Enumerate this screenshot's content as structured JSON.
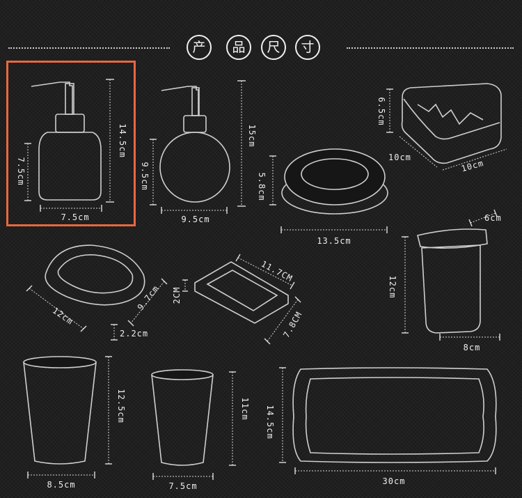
{
  "section_title": {
    "chars": [
      "产",
      "品",
      "尺",
      "寸"
    ],
    "line_color": "#cfcfcf",
    "badge_color": "#f0f0f0"
  },
  "selection": {
    "color": "#e8683f",
    "target": "square soap dispenser"
  },
  "products": {
    "square_dispenser": {
      "height": "14.5cm",
      "body_height": "7.5cm",
      "width": "7.5cm"
    },
    "round_dispenser": {
      "height": "15cm",
      "body_height": "9.5cm",
      "width": "9.5cm"
    },
    "round_soap_dish": {
      "height": "5.8cm",
      "width": "13.5cm"
    },
    "square_box": {
      "height": "6.5cm",
      "depth": "10cm",
      "width": "10cm"
    },
    "oval_soap_dish": {
      "length": "12cm",
      "width": "9.7cm",
      "height": "2.2cm"
    },
    "rect_soap_dish": {
      "length": "11.7CM",
      "height": "2CM",
      "width": "7.8CM"
    },
    "toothbrush_holder": {
      "depth": "6cm",
      "height": "12cm",
      "width": "8cm"
    },
    "tall_tumbler": {
      "height": "12.5cm",
      "width": "8.5cm"
    },
    "small_tumbler": {
      "height": "11cm",
      "width": "7.5cm"
    },
    "tray": {
      "height": "14.5cm",
      "width": "30cm"
    }
  }
}
